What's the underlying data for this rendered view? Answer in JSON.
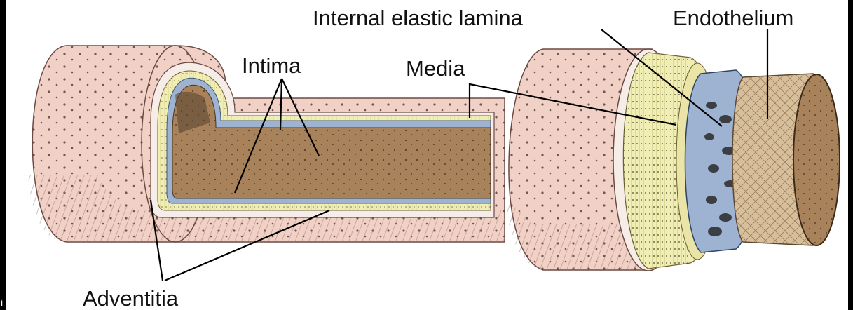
{
  "labels": {
    "internal_elastic_lamina": "Internal elastic lamina",
    "endothelium": "Endothelium",
    "intima": "Intima",
    "media": "Media",
    "adventitia": "Adventitia",
    "edge_fragment": "i"
  },
  "colors": {
    "background": "#000000",
    "panel": "#ffffff",
    "adventitia": "#f1d0c6",
    "adventitia_shadow": "#dcb0a4",
    "media": "#f0eeb4",
    "elastic_lamina": "#9eb3d2",
    "lumen": "#a8825a",
    "endothelium": "#d8bf9c",
    "leader_line": "#000000"
  }
}
